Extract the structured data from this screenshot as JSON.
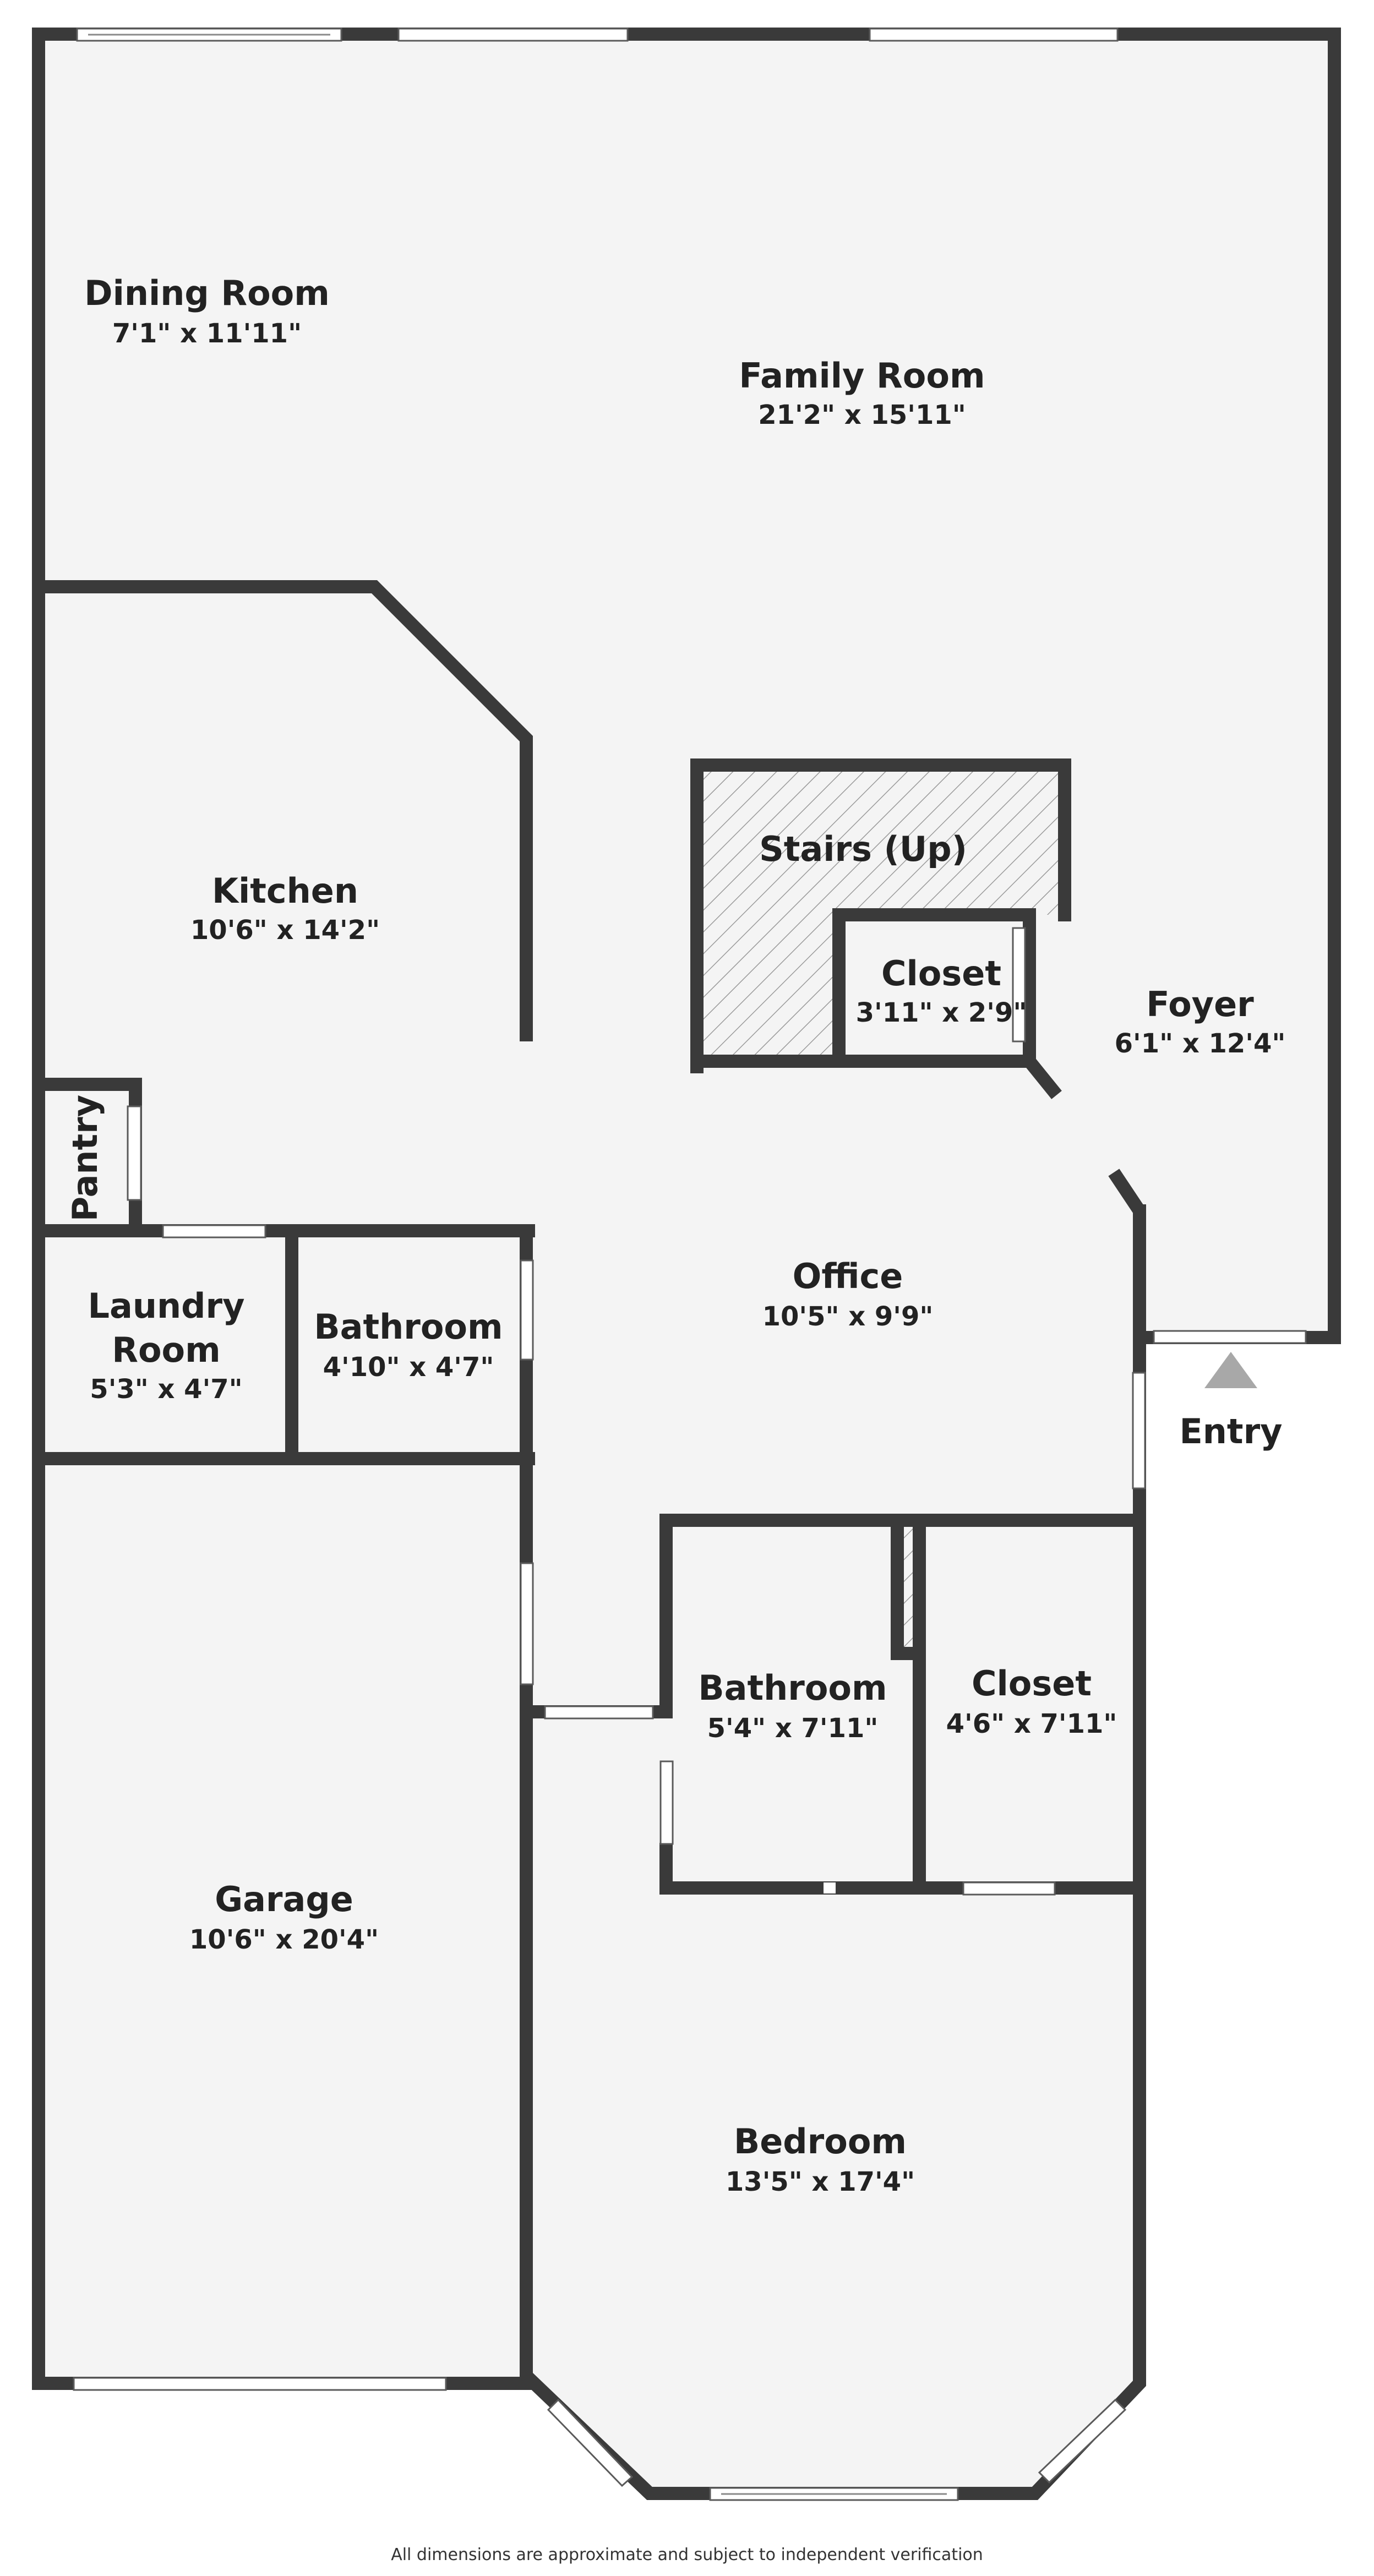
{
  "rooms": {
    "dining_room": {
      "name": "Dining Room",
      "dims": "7'1\" x 11'11\""
    },
    "family_room": {
      "name": "Family Room",
      "dims": "21'2\" x 15'11\""
    },
    "kitchen": {
      "name": "Kitchen",
      "dims": "10'6\" x 14'2\""
    },
    "stairs": {
      "name": "Stairs (Up)"
    },
    "closet_upper": {
      "name": "Closet",
      "dims": "3'11\" x 2'9\""
    },
    "foyer": {
      "name": "Foyer",
      "dims": "6'1\" x 12'4\""
    },
    "pantry": {
      "name": "Pantry"
    },
    "laundry_room": {
      "name_line1": "Laundry",
      "name_line2": "Room",
      "dims": "5'3\" x 4'7\""
    },
    "bathroom_small": {
      "name": "Bathroom",
      "dims": "4'10\" x 4'7\""
    },
    "office": {
      "name": "Office",
      "dims": "10'5\" x 9'9\""
    },
    "bathroom_large": {
      "name": "Bathroom",
      "dims": "5'4\" x 7'11\""
    },
    "closet_lower": {
      "name": "Closet",
      "dims": "4'6\" x 7'11\""
    },
    "garage": {
      "name": "Garage",
      "dims": "10'6\" x 20'4\""
    },
    "bedroom": {
      "name": "Bedroom",
      "dims": "13'5\" x 17'4\""
    }
  },
  "entry": {
    "label": "Entry"
  },
  "footer": {
    "note": "All dimensions are approximate and subject to independent verification"
  },
  "colors": {
    "wall": "#3a3a3a",
    "floor": "#f4f4f4",
    "window": "#ffffff",
    "entry_arrow": "#a8a8a8"
  }
}
